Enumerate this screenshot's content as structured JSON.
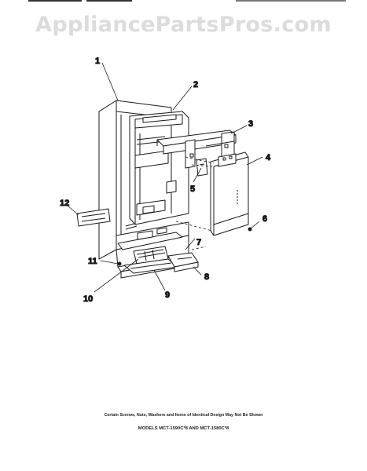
{
  "watermark": "AppliancePartsPros.com",
  "callouts": [
    "1",
    "2",
    "3",
    "4",
    "5",
    "6",
    "7",
    "8",
    "9",
    "10",
    "11",
    "12"
  ],
  "footnote": "Certain Screws, Nuts, Washers and Items of Identical Design May Not Be Shown",
  "models": "MODELS MCT-1590C*8 AND MCT-1580C*8",
  "colors": {
    "line": "#1a1a1a",
    "watermark": "#dcdcdc"
  }
}
